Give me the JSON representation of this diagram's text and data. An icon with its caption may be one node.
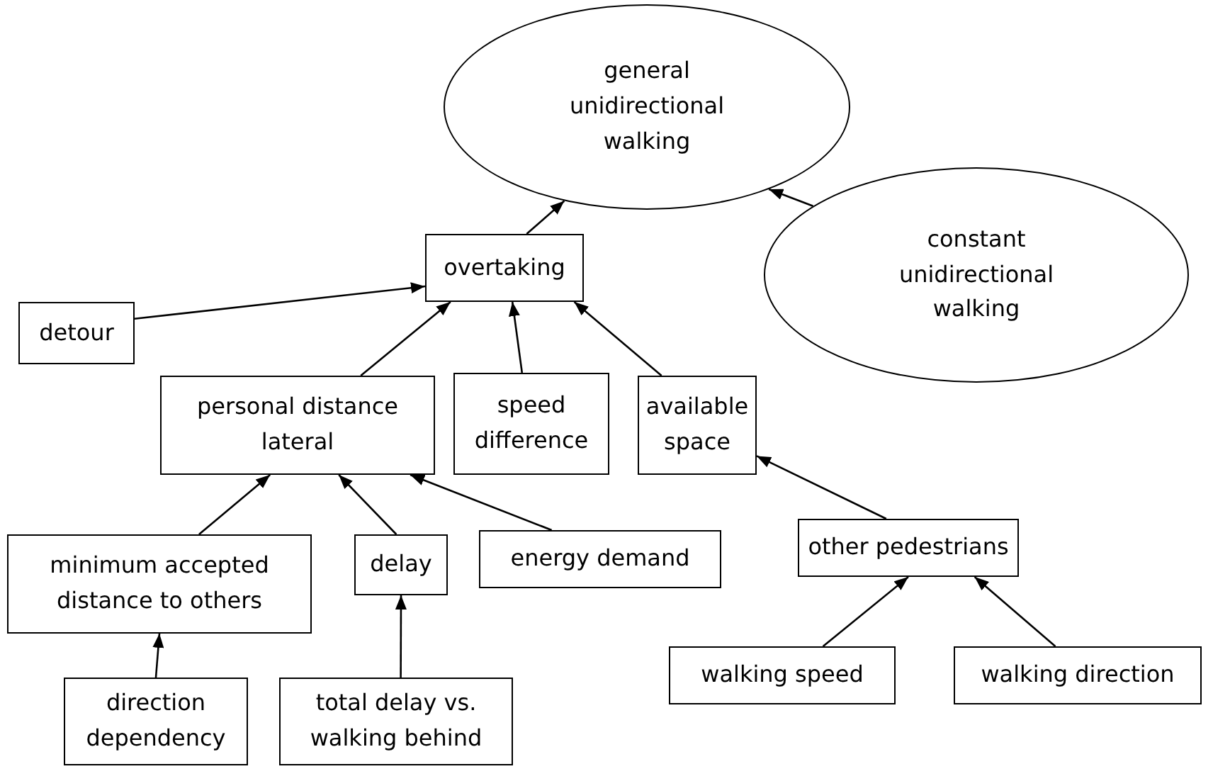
{
  "diagram": {
    "nodes": [
      {
        "text": [
          "general unidirectional walking"
        ]
      },
      {
        "text": [
          "constant unidirectional walking"
        ]
      },
      {
        "text": [
          "overtaking"
        ]
      },
      {
        "text": [
          "detour"
        ]
      },
      {
        "text": [
          "personal distance lateral"
        ]
      },
      {
        "text": [
          "speed difference"
        ]
      },
      {
        "text": [
          "available space"
        ]
      },
      {
        "text": [
          "minimum accepted distance to others"
        ]
      },
      {
        "text": [
          "delay"
        ]
      },
      {
        "text": [
          "energy demand"
        ]
      },
      {
        "text": [
          "other pedestrians"
        ]
      },
      {
        "text": [
          "direction dependency"
        ]
      },
      {
        "text": [
          "total delay vs. walking behind"
        ]
      },
      {
        "text": [
          "walking speed"
        ]
      },
      {
        "text": [
          "walking direction"
        ]
      }
    ],
    "edges": [
      {
        "from": 2,
        "to": 0,
        "arrow": "to"
      },
      {
        "from": 1,
        "to": 0,
        "arrow": "to"
      },
      {
        "from": 3,
        "to": 2,
        "arrow": "to"
      },
      {
        "from": 4,
        "to": 2,
        "arrow": "to"
      },
      {
        "from": 5,
        "to": 2,
        "arrow": "to"
      },
      {
        "from": 6,
        "to": 2,
        "arrow": "to"
      },
      {
        "from": 7,
        "to": 4,
        "arrow": "to"
      },
      {
        "from": 8,
        "to": 4,
        "arrow": "to"
      },
      {
        "from": 9,
        "to": 4,
        "arrow": "to"
      },
      {
        "from": 10,
        "to": 6,
        "arrow": "to"
      },
      {
        "from": 11,
        "to": 7,
        "arrow": "to"
      },
      {
        "from": 12,
        "to": 8,
        "arrow": "to"
      },
      {
        "from": 13,
        "to": 10,
        "arrow": "to"
      },
      {
        "from": 14,
        "to": 10,
        "arrow": "to"
      }
    ]
  }
}
